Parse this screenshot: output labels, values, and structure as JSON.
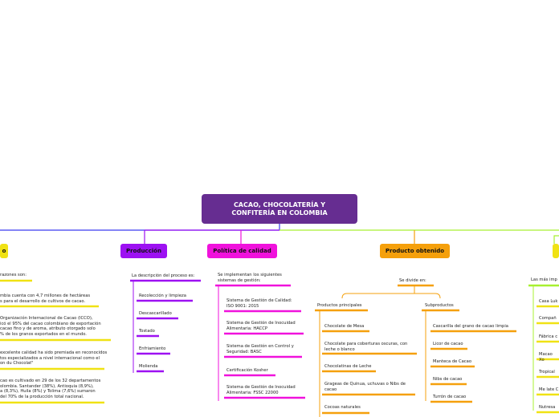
{
  "root": {
    "title": "CACAO, CHOCOLATERÍA Y\nCONFITERÍA EN COLOMBIA"
  },
  "colors": {
    "root": "#662d91",
    "blue": "#3a3af0",
    "yellow": "#f0e214",
    "purple": "#9d11f2",
    "magenta": "#f012dc",
    "orange": "#f5a00c",
    "green": "#a8f030"
  },
  "branches": {
    "b1": {
      "label": "o"
    },
    "produccion": {
      "label": "Producción"
    },
    "politica": {
      "label": "Política de calidad"
    },
    "producto": {
      "label": "Producto obtenido"
    }
  },
  "b1": {
    "items": [
      "razones son:",
      "mbia cuenta con 4,7 millones de hectáreas\ns para el desarrollo de cultivos de cacao.",
      "Organización Internacional de Cacao (ICCO),\nicó el 95% del cacao colombiano de exportación\n cacao fino y de aroma, atributo otorgado solo\n% de los granos exportados en el mundo.",
      "excelente calidad ha sido premiada en reconocidos\ntos especializados a nivel internacional como el\non du Chocolat\"",
      "cao es cultivado en 29 de los 32 departamentos\nolombia. Santander (38%), Antioquia (8,9%),\na (8,3%), Huila (8%) y Tolima (7,6%) sumaron\ndel 70% de la producción total nacional."
    ]
  },
  "produccion": {
    "intro": "La descripción del proceso es:",
    "items": [
      "Recolección y limpieza",
      "Descascarillado",
      "Tostado",
      "Enfriamiento",
      "Molienda"
    ]
  },
  "politica": {
    "intro": "Se implementan los siguientes\nsistemas de gestión:",
    "items": [
      "Sistema de Gestión de Calidad:\nISO 9001: 2015",
      "Sistema de Gestión de Inocuidad\nAlimentaria: HACCP",
      "Sistema de Gestión en Control y\nSeguridad: BASC",
      "Certificación Kosher",
      "Sistema de Gestión de Inocuidad\nAlimentaria: FSSC 22000"
    ]
  },
  "producto": {
    "intro": "Se divide en:",
    "principales": {
      "label": "Productos principales",
      "items": [
        "Chocolate de Mesa",
        "Chocolate para coberturas oscuras, con\nleche o blanco",
        "Chocolatinas de Leche",
        "Grageas de Quinua, uchuvas o Nibs de\ncacao",
        "Cocoas naturales"
      ]
    },
    "subproductos": {
      "label": "Subproductos",
      "items": [
        "Cascarilla del grano de cacao limpia",
        "Licor de cacao",
        "Manteca de Cacao",
        "Nibs de cacao",
        "Turrón de cacao"
      ]
    }
  },
  "b6": {
    "intro": "Las más imp",
    "items": [
      "Casa Luk",
      "Compañ",
      "Fábrica c",
      "Macao Xo",
      "Tropical",
      "Me late C",
      "Nutresa"
    ]
  }
}
